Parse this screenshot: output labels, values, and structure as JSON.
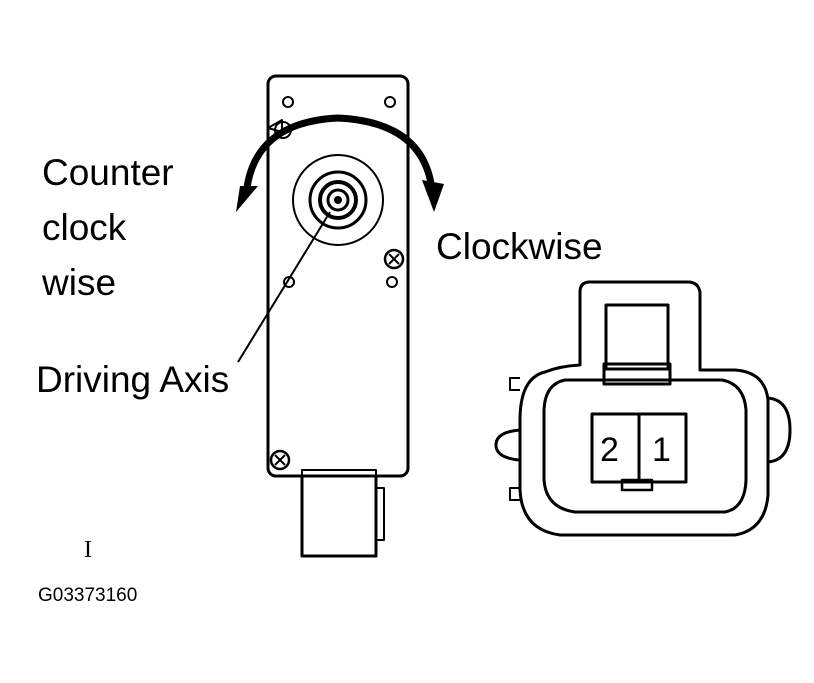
{
  "labels": {
    "counter_line1": "Counter",
    "counter_line2": "clock",
    "counter_line3": "wise",
    "clockwise": "Clockwise",
    "driving_axis": "Driving Axis",
    "figure_code": "G03373160",
    "cursor_mark": "I"
  },
  "connector": {
    "pin_left": "2",
    "pin_right": "1"
  }
}
